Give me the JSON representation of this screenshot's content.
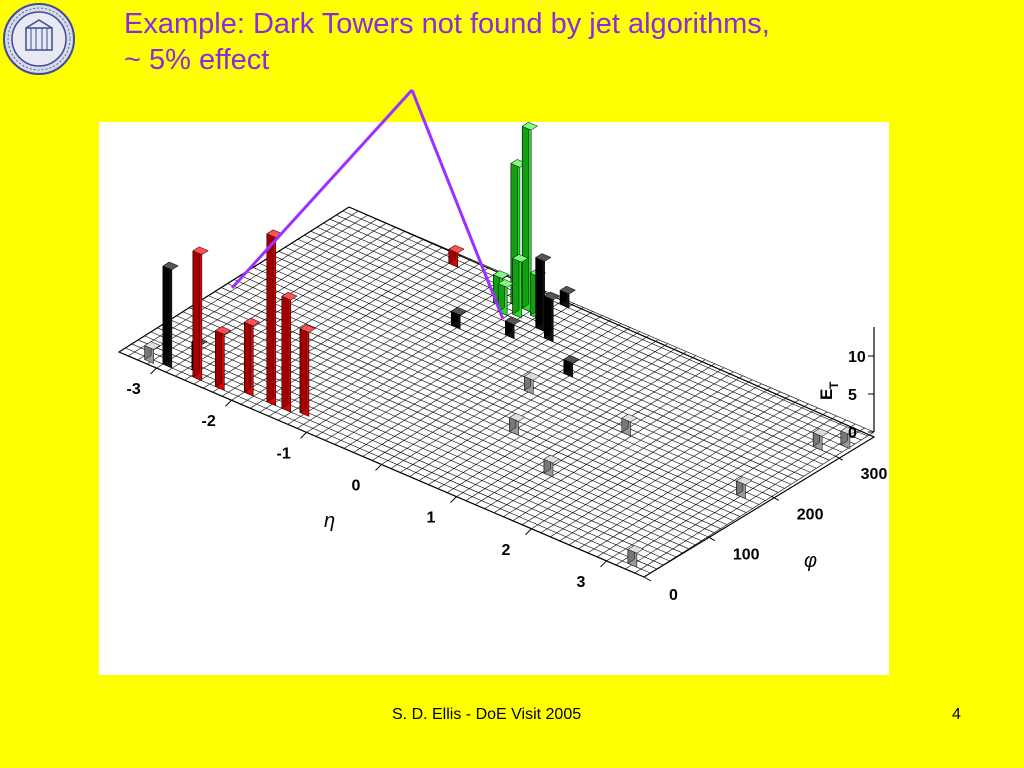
{
  "slide": {
    "title_line1": "Example: Dark Towers not found by jet algorithms,",
    "title_line2": "~ 5% effect",
    "footer_text": "S. D. Ellis - DoE Visit 2005",
    "page_number": "4"
  },
  "colors": {
    "background": "#ffff00",
    "title": "#8a2be2",
    "pointer": "#9b30ff",
    "jet_red": "#ff1a1a",
    "jet_green": "#22ee22",
    "dark_tower": "#111111",
    "small_tower": "#aaaaaa"
  },
  "icons": {
    "seal": "university-seal-icon"
  },
  "chart_data": {
    "type": "lego-plot-3d",
    "eta_axis": {
      "label": "η",
      "ticks": [
        "-3",
        "-2",
        "-1",
        "0",
        "1",
        "2",
        "3"
      ]
    },
    "phi_axis": {
      "label": "φ",
      "ticks": [
        "0",
        "100",
        "200",
        "300"
      ]
    },
    "et_axis": {
      "label": "E",
      "label_sub": "T",
      "ticks": [
        "0",
        "5",
        "10"
      ]
    },
    "series": [
      {
        "color": "red",
        "towers": [
          {
            "eta": -2.6,
            "phi": 10,
            "et": 9
          },
          {
            "eta": -2.3,
            "phi": 10,
            "et": 4
          },
          {
            "eta": -2.0,
            "phi": 20,
            "et": 5
          },
          {
            "eta": -1.7,
            "phi": 20,
            "et": 12
          },
          {
            "eta": -1.5,
            "phi": 20,
            "et": 8
          },
          {
            "eta": -1.3,
            "phi": 25,
            "et": 6
          },
          {
            "eta": -2.0,
            "phi": 340,
            "et": 1
          },
          {
            "eta": -1.2,
            "phi": 350,
            "et": 1
          }
        ]
      },
      {
        "color": "green",
        "towers": [
          {
            "eta": -1.0,
            "phi": 320,
            "et": 10
          },
          {
            "eta": -0.85,
            "phi": 320,
            "et": 13
          },
          {
            "eta": -0.85,
            "phi": 305,
            "et": 4
          },
          {
            "eta": -0.7,
            "phi": 315,
            "et": 3
          },
          {
            "eta": -1.15,
            "phi": 310,
            "et": 2
          },
          {
            "eta": -1.0,
            "phi": 300,
            "et": 2
          }
        ]
      },
      {
        "color": "black",
        "towers": [
          {
            "eta": -3.0,
            "phi": 10,
            "et": 7
          },
          {
            "eta": -2.7,
            "phi": 20,
            "et": 2
          },
          {
            "eta": -0.5,
            "phi": 300,
            "et": 5
          },
          {
            "eta": -0.3,
            "phi": 290,
            "et": 3
          },
          {
            "eta": -0.65,
            "phi": 270,
            "et": 1
          },
          {
            "eta": -0.6,
            "phi": 350,
            "et": 1
          },
          {
            "eta": -1.2,
            "phi": 250,
            "et": 1
          },
          {
            "eta": 0.3,
            "phi": 250,
            "et": 1
          }
        ]
      },
      {
        "color": "gray",
        "towers": [
          {
            "eta": -3.2,
            "phi": 5,
            "et": 1
          },
          {
            "eta": 3.2,
            "phi": 10,
            "et": 1
          },
          {
            "eta": 3.2,
            "phi": 180,
            "et": 1
          },
          {
            "eta": 3.2,
            "phi": 300,
            "et": 1
          },
          {
            "eta": 3.4,
            "phi": 320,
            "et": 1
          },
          {
            "eta": 1.4,
            "phi": 90,
            "et": 1
          },
          {
            "eta": 0.6,
            "phi": 130,
            "et": 1
          },
          {
            "eta": 0.2,
            "phi": 200,
            "et": 1
          },
          {
            "eta": 1.5,
            "phi": 200,
            "et": 1
          }
        ]
      }
    ]
  }
}
